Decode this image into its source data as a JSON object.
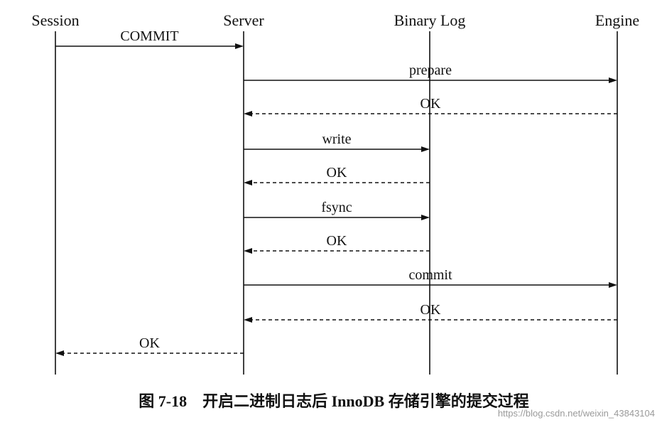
{
  "participants": [
    {
      "id": "session",
      "label": "Session"
    },
    {
      "id": "server",
      "label": "Server"
    },
    {
      "id": "binlog",
      "label": "Binary Log"
    },
    {
      "id": "engine",
      "label": "Engine"
    }
  ],
  "messages": [
    {
      "from": "session",
      "to": "server",
      "label": "COMMIT",
      "style": "solid"
    },
    {
      "from": "server",
      "to": "engine",
      "label": "prepare",
      "style": "solid"
    },
    {
      "from": "engine",
      "to": "server",
      "label": "OK",
      "style": "dashed"
    },
    {
      "from": "server",
      "to": "binlog",
      "label": "write",
      "style": "solid"
    },
    {
      "from": "binlog",
      "to": "server",
      "label": "OK",
      "style": "dashed"
    },
    {
      "from": "server",
      "to": "binlog",
      "label": "fsync",
      "style": "solid"
    },
    {
      "from": "binlog",
      "to": "server",
      "label": "OK",
      "style": "dashed"
    },
    {
      "from": "server",
      "to": "engine",
      "label": "commit",
      "style": "solid"
    },
    {
      "from": "engine",
      "to": "server",
      "label": "OK",
      "style": "dashed"
    },
    {
      "from": "server",
      "to": "session",
      "label": "OK",
      "style": "dashed"
    }
  ],
  "caption": "图 7-18　开启二进制日志后 InnoDB 存储引擎的提交过程",
  "watermark": "https://blog.csdn.net/weixin_43843104"
}
